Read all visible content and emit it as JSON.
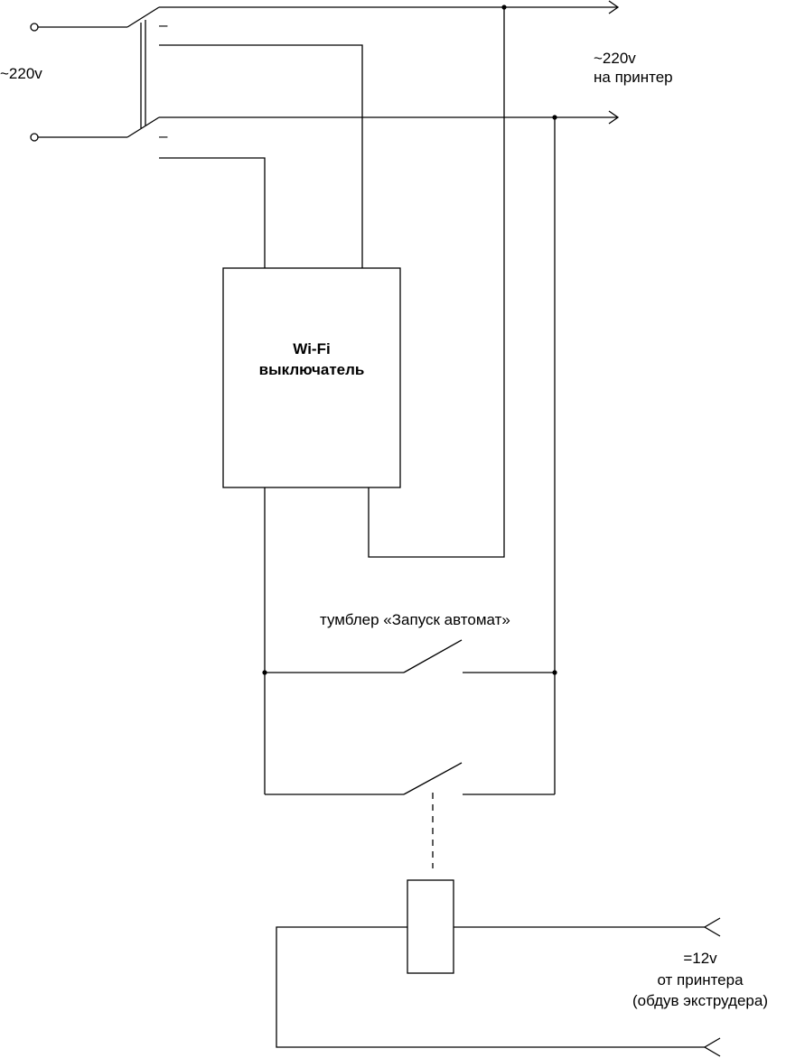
{
  "labels": {
    "input_voltage": "~220v",
    "output_voltage": "~220v",
    "output_target": "на принтер",
    "module_line1": "Wi-Fi",
    "module_line2": "выключатель",
    "toggle_label": "тумблер «Запуск автомат»",
    "dc_voltage": "=12v",
    "dc_source": "от принтера",
    "dc_purpose": "(обдув экструдера)",
    "contact_mark_top": "–",
    "contact_mark_bottom": "–"
  }
}
